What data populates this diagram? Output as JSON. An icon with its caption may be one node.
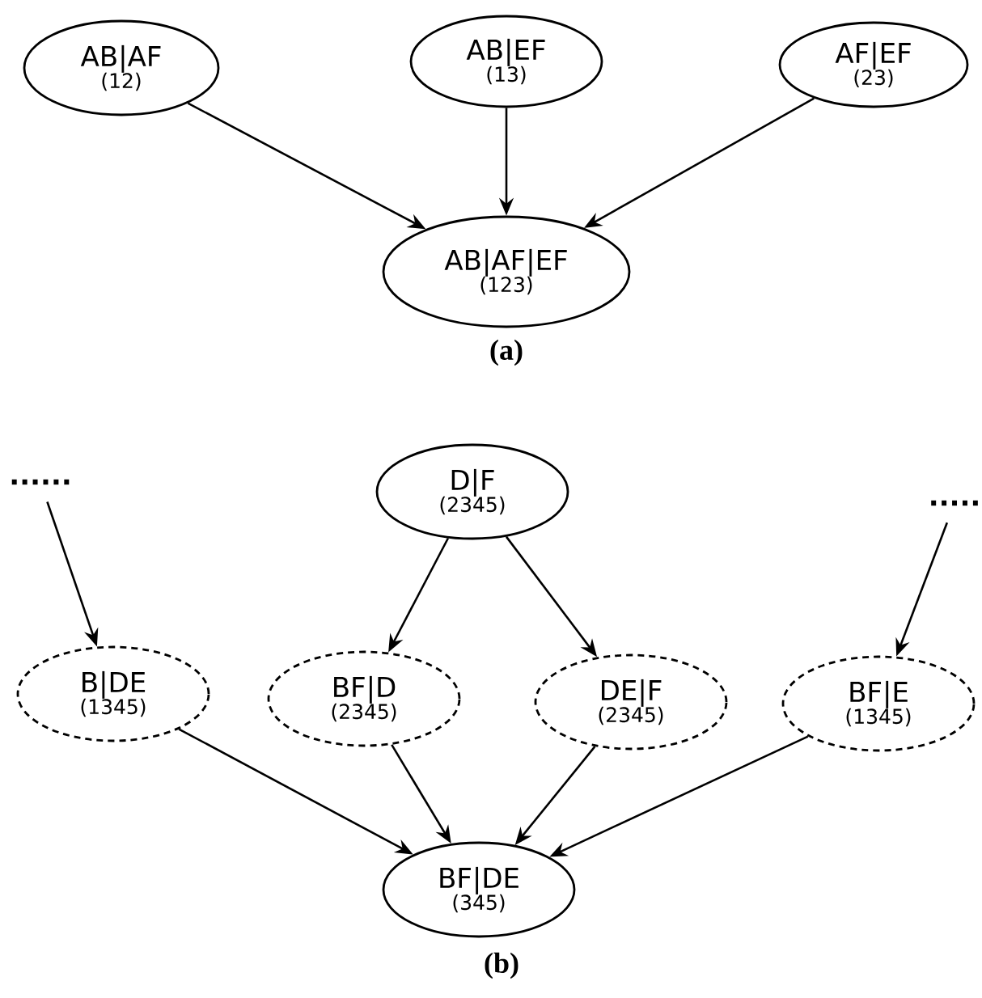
{
  "diagram": {
    "nodes": [
      {
        "text": [
          "AB|AF",
          "(12)"
        ]
      },
      {
        "text": [
          "AB|EF",
          "(13)"
        ]
      },
      {
        "text": [
          "AF|EF",
          "(23)"
        ]
      },
      {
        "text": [
          "AB|AF|EF",
          "(123)"
        ]
      },
      {
        "text": [
          "......"
        ]
      },
      {
        "text": [
          "D|F",
          "(2345)"
        ]
      },
      {
        "text": [
          "....."
        ]
      },
      {
        "text": [
          "B|DE",
          "(1345)"
        ]
      },
      {
        "text": [
          "BF|D",
          "(2345)"
        ]
      },
      {
        "text": [
          "DE|F",
          "(2345)"
        ]
      },
      {
        "text": [
          "BF|E",
          "(1345)"
        ]
      },
      {
        "text": [
          "BF|DE",
          "(345)"
        ]
      }
    ],
    "edges": [
      {
        "from": 0,
        "to": 3,
        "arrow": "to"
      },
      {
        "from": 1,
        "to": 3,
        "arrow": "to"
      },
      {
        "from": 2,
        "to": 3,
        "arrow": "to"
      },
      {
        "from": 4,
        "to": 7,
        "arrow": "to"
      },
      {
        "from": 5,
        "to": 8,
        "arrow": "to"
      },
      {
        "from": 5,
        "to": 9,
        "arrow": "to"
      },
      {
        "from": 6,
        "to": 10,
        "arrow": "to"
      },
      {
        "from": 7,
        "to": 11,
        "arrow": "to"
      },
      {
        "from": 8,
        "to": 11,
        "arrow": "to"
      },
      {
        "from": 9,
        "to": 11,
        "arrow": "to"
      },
      {
        "from": 10,
        "to": 11,
        "arrow": "to"
      }
    ],
    "labels": [
      "(a)",
      "(b)"
    ]
  }
}
